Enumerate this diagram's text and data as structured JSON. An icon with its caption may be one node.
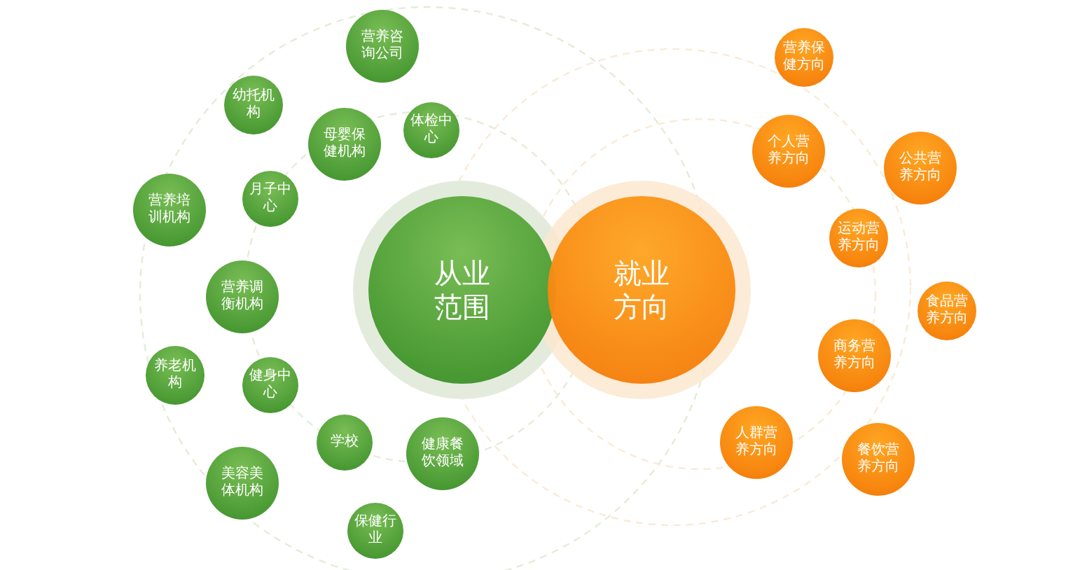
{
  "diagram": {
    "nodes": [
      {
        "text": [
          "从业范围"
        ]
      },
      {
        "text": [
          "就业方向"
        ]
      },
      {
        "text": [
          "营养咨询公司"
        ]
      },
      {
        "text": [
          "幼托机构"
        ]
      },
      {
        "text": [
          "母婴保健机构"
        ]
      },
      {
        "text": [
          "体检中心"
        ]
      },
      {
        "text": [
          "营养培训机构"
        ]
      },
      {
        "text": [
          "月子中心"
        ]
      },
      {
        "text": [
          "营养调衡机构"
        ]
      },
      {
        "text": [
          "养老机构"
        ]
      },
      {
        "text": [
          "健身中心"
        ]
      },
      {
        "text": [
          "学校"
        ]
      },
      {
        "text": [
          "健康餐饮领域"
        ]
      },
      {
        "text": [
          "美容美体机构"
        ]
      },
      {
        "text": [
          "保健行业"
        ]
      },
      {
        "text": [
          "营养保健方向"
        ]
      },
      {
        "text": [
          "个人营养方向"
        ]
      },
      {
        "text": [
          "公共营养方向"
        ]
      },
      {
        "text": [
          "运动营养方向"
        ]
      },
      {
        "text": [
          "食品营养方向"
        ]
      },
      {
        "text": [
          "商务营养方向"
        ]
      },
      {
        "text": [
          "人群营养方向"
        ]
      },
      {
        "text": [
          "餐饮营养方向"
        ]
      }
    ]
  }
}
